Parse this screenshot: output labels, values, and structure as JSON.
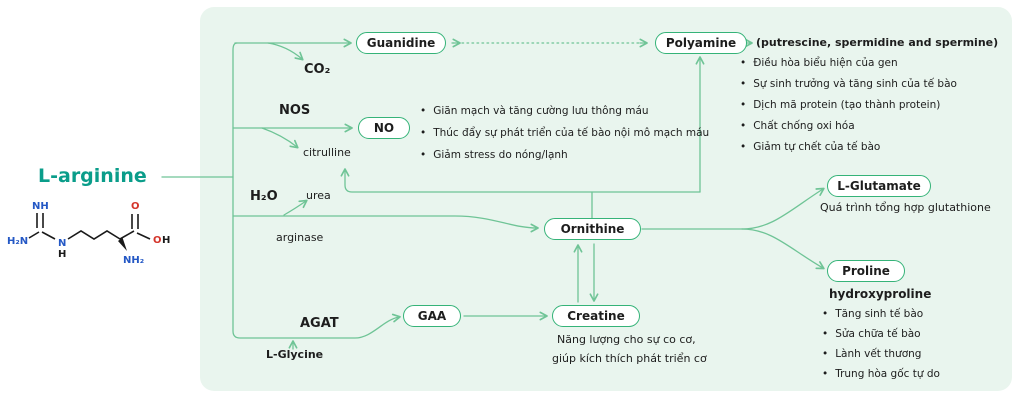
{
  "title": "L-arginine",
  "colors": {
    "panel_bg": "#e9f5ee",
    "arrow_green": "#6fc496",
    "node_border": "#35b378",
    "title_teal": "#0a9d8a",
    "text": "#1d1d1d",
    "nitrogen_blue": "#2458c5",
    "oxygen_red": "#d4342a"
  },
  "molecule": {
    "name": "L-arginine",
    "atoms": {
      "nh_top": "NH",
      "h2n": "H₂N",
      "n_mid": "N",
      "h_mid": "H",
      "o_top": "O",
      "o_right": "O",
      "h_right": "H",
      "nh2": "NH₂"
    }
  },
  "nodes": {
    "guanidine": "Guanidine",
    "polyamine": "Polyamine",
    "no": "NO",
    "ornithine": "Ornithine",
    "l_glutamate": "L-Glutamate",
    "proline": "Proline",
    "gaa": "GAA",
    "creatine": "Creatine"
  },
  "labels": {
    "co2": "CO₂",
    "nos": "NOS",
    "citrulline": "citrulline",
    "h2o": "H₂O",
    "urea": "urea",
    "arginase": "arginase",
    "agat": "AGAT",
    "l_glycine": "L-Glycine",
    "hydroxyproline": "hydroxyproline"
  },
  "polyamine_info": {
    "subtitle": "(putrescine, spermidine and spermine)",
    "bullets": [
      "Điều hòa biểu hiện của gen",
      "Sự sinh trưởng và tăng sinh của tế bào",
      "Dịch mã protein (tạo thành protein)",
      "Chất chống oxi hóa",
      "Giảm tự chết của tế bào"
    ]
  },
  "no_info": {
    "bullets": [
      "Giãn mạch và tăng cường lưu thông máu",
      "Thúc đẩy sự phát triển của tế bào nội mô mạch máu",
      "Giảm stress do nóng/lạnh"
    ]
  },
  "glutamate_info": {
    "caption": "Quá trình tổng hợp glutathione"
  },
  "proline_info": {
    "bullets": [
      "Tăng sinh tế bào",
      "Sửa chữa tế bào",
      "Lành vết thương",
      "Trung hòa gốc tự do"
    ]
  },
  "creatine_info": {
    "line1": "Năng lượng cho sự co cơ,",
    "line2": "giúp kích thích phát triển cơ"
  },
  "edges": [
    {
      "from": "L-arginine",
      "to": "Guanidine",
      "released": "CO₂"
    },
    {
      "from": "Guanidine",
      "to": "Polyamine",
      "style": "dotted"
    },
    {
      "from": "L-arginine",
      "to": "NO",
      "enzyme": "NOS",
      "byproduct": "citrulline"
    },
    {
      "from": "L-arginine",
      "to": "Ornithine",
      "enzyme": "arginase",
      "reactant": "H₂O",
      "byproduct": "urea"
    },
    {
      "from": "Ornithine",
      "to": "Polyamine"
    },
    {
      "from": "Ornithine",
      "to": "citrulline"
    },
    {
      "from": "Ornithine",
      "to": "L-Glutamate"
    },
    {
      "from": "Ornithine",
      "to": "Proline"
    },
    {
      "from": "L-arginine",
      "to": "GAA",
      "enzyme": "AGAT",
      "reactant": "L-Glycine"
    },
    {
      "from": "GAA",
      "to": "Creatine"
    },
    {
      "from": "GAA",
      "to": "Ornithine"
    },
    {
      "from": "Ornithine",
      "to": "Creatine"
    }
  ]
}
